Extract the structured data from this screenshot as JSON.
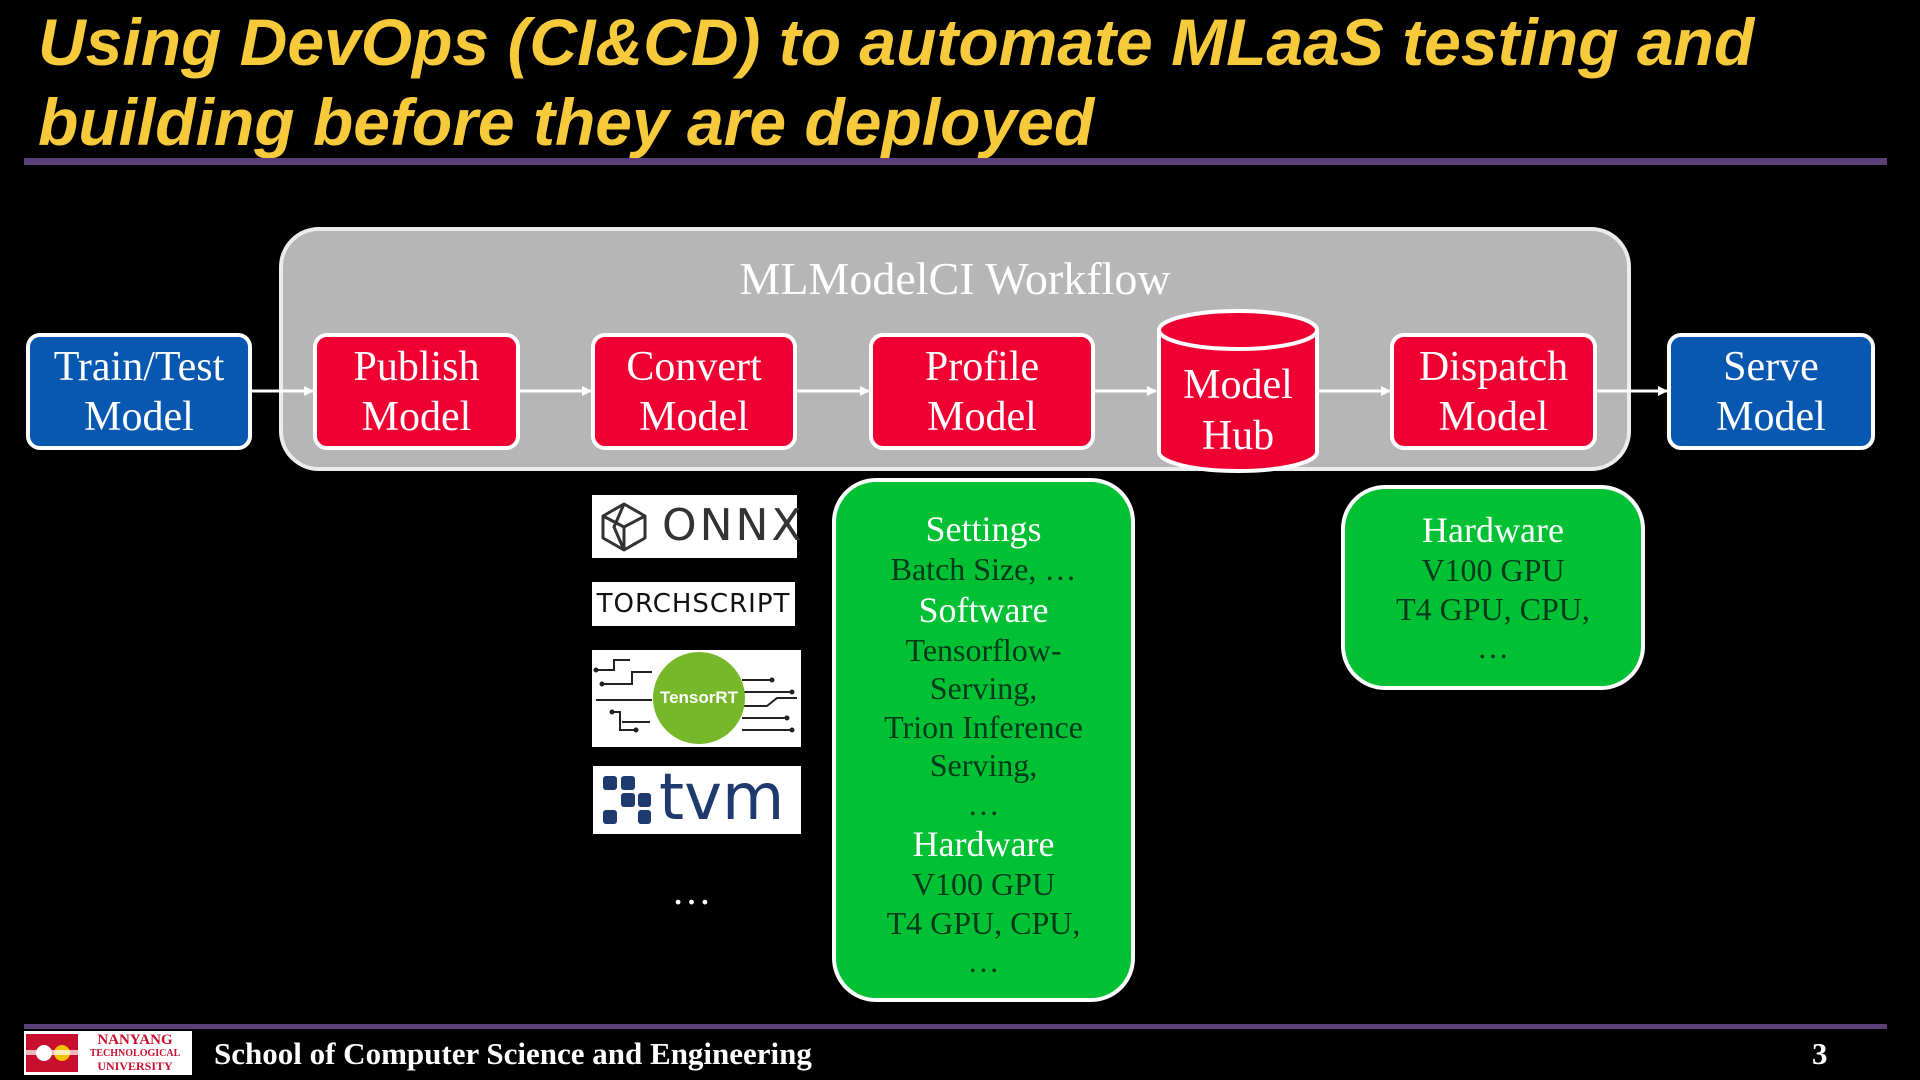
{
  "slide": {
    "title_line1": "Using DevOps (CI&CD) to automate MLaaS testing and",
    "title_line2": "building before they are deployed"
  },
  "workflow": {
    "label": "MLModelCI Workflow",
    "train": {
      "line1": "Train/Test",
      "line2": "Model"
    },
    "publish": {
      "line1": "Publish",
      "line2": "Model"
    },
    "convert": {
      "line1": "Convert",
      "line2": "Model"
    },
    "profile": {
      "line1": "Profile",
      "line2": "Model"
    },
    "hub": {
      "line1": "Model",
      "line2": "Hub"
    },
    "dispatch": {
      "line1": "Dispatch",
      "line2": "Model"
    },
    "serve": {
      "line1": "Serve",
      "line2": "Model"
    }
  },
  "converters": {
    "onnx": "ONNX",
    "torchscript": "TORCHSCRIPT",
    "tensorrt": "TensorRT",
    "tvm": "tvm",
    "more": "…"
  },
  "profile_details": {
    "settings_heading": "Settings",
    "settings_line1": "Batch Size, …",
    "software_heading": "Software",
    "software_line1": "Tensorflow-",
    "software_line2": "Serving,",
    "software_line3": "Trion Inference",
    "software_line4": "Serving,",
    "software_line5": "…",
    "hardware_heading": "Hardware",
    "hardware_line1": "V100 GPU",
    "hardware_line2": "T4 GPU, CPU,",
    "hardware_line3": "…"
  },
  "dispatch_details": {
    "hardware_heading": "Hardware",
    "hardware_line1": "V100 GPU",
    "hardware_line2": "T4 GPU, CPU,",
    "hardware_line3": "…"
  },
  "footer": {
    "logo_line1": "NANYANG",
    "logo_line2": "TECHNOLOGICAL",
    "logo_line3": "UNIVERSITY",
    "school": "School of Computer Science and Engineering",
    "page": "3"
  },
  "colors": {
    "title": "#f7ca3c",
    "rule": "#5b3f78",
    "workflow_bg": "#b6b6b6",
    "blue_box": "#0857b0",
    "red_box": "#f00032",
    "green_box": "#00c034",
    "tensorrt_green": "#76b82a"
  }
}
